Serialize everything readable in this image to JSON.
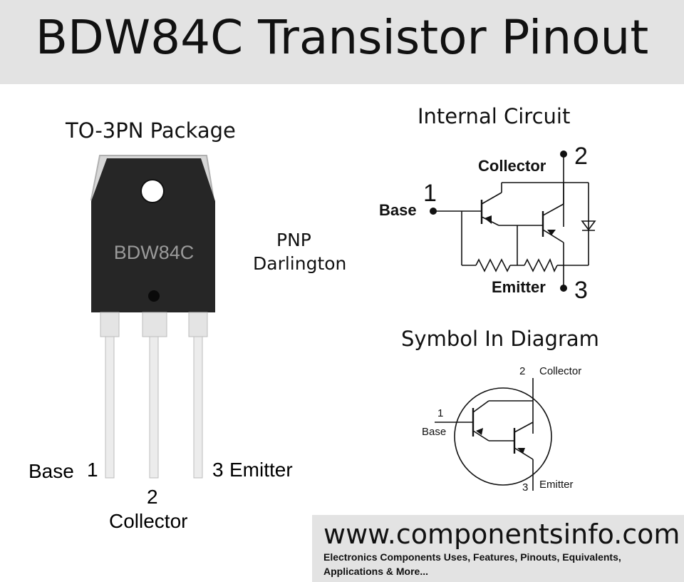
{
  "header": {
    "title": "BDW84C Transistor Pinout"
  },
  "package": {
    "title": "TO-3PN Package",
    "marking": "BDW84C",
    "pins": {
      "base": "Base",
      "base_num": "1",
      "collector_num": "2",
      "collector": "Collector",
      "emitter_num": "3",
      "emitter": "Emitter"
    }
  },
  "type": {
    "line1": "PNP",
    "line2": "Darlington"
  },
  "internal_circuit": {
    "title": "Internal Circuit",
    "base": "Base",
    "base_num": "1",
    "collector": "Collector",
    "collector_num": "2",
    "emitter": "Emitter",
    "emitter_num": "3"
  },
  "symbol": {
    "title": "Symbol In Diagram",
    "base_num": "1",
    "base": "Base",
    "collector_num": "2",
    "collector": "Collector",
    "emitter_num": "3",
    "emitter": "Emitter"
  },
  "footer": {
    "site": "www.componentsinfo.com",
    "tagline1": "Electronics Components Uses, Features, Pinouts, Equivalents,",
    "tagline2": "Applications & More..."
  },
  "colors": {
    "band": "#e3e3e3",
    "body": "#2a2a2a",
    "tab": "#dcdcdc",
    "lead": "#e8e8e8"
  }
}
